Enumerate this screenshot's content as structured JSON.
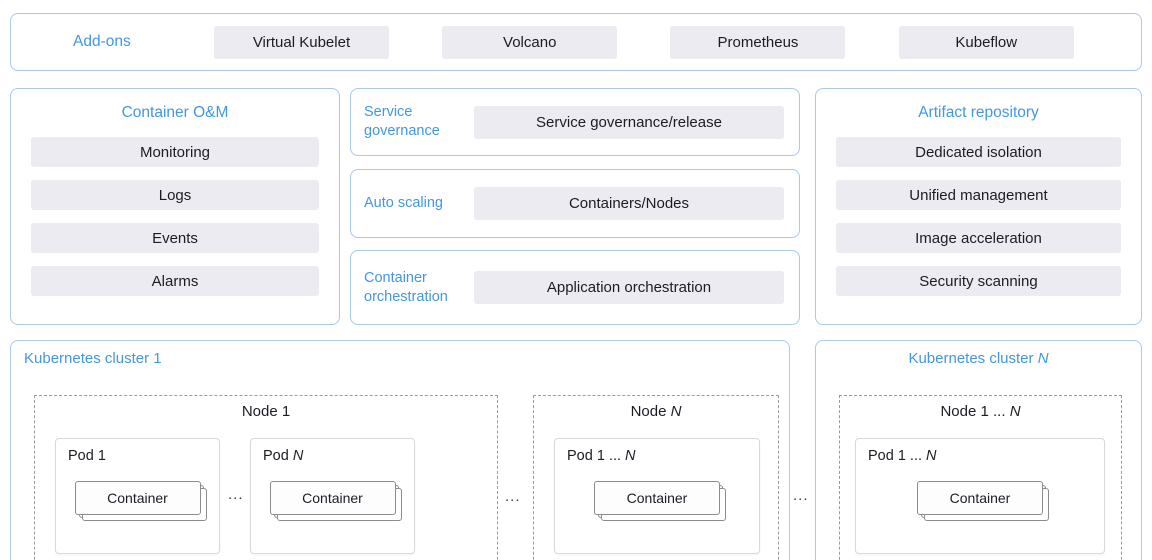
{
  "colors": {
    "accent_blue": "#4196ec",
    "panel_border": "#a9c8ee",
    "item_bg": "#ebebf1",
    "dashed_border": "#9a9a9a"
  },
  "addons": {
    "label": "Add-ons",
    "items": [
      "Virtual Kubelet",
      "Volcano",
      "Prometheus",
      "Kubeflow"
    ]
  },
  "container_om": {
    "title": "Container O&M",
    "items": [
      "Monitoring",
      "Logs",
      "Events",
      "Alarms"
    ]
  },
  "middle": {
    "panels": [
      {
        "label": "Service governance",
        "item": "Service governance/release"
      },
      {
        "label": "Auto scaling",
        "item": "Containers/Nodes"
      },
      {
        "label": "Container orchestration",
        "item": "Application orchestration"
      }
    ]
  },
  "artifact": {
    "title": "Artifact repository",
    "items": [
      "Dedicated isolation",
      "Unified management",
      "Image acceleration",
      "Security scanning"
    ]
  },
  "clusters": {
    "cluster1": {
      "title": "Kubernetes cluster 1",
      "node1": {
        "title_prefix": "Node 1",
        "title_em": "",
        "pod1_prefix": "Pod 1",
        "pod1_em": "",
        "podN_prefix": "Pod ",
        "podN_em": "N"
      },
      "nodeN": {
        "title_prefix": "Node ",
        "title_em": "N",
        "pod_prefix": "Pod 1 ... ",
        "pod_em": "N"
      }
    },
    "clusterN": {
      "title_prefix": "Kubernetes cluster ",
      "title_em": "N",
      "node_title_prefix": "Node 1 ... ",
      "node_title_em": "N",
      "pod_prefix": "Pod 1 ... ",
      "pod_em": "N"
    },
    "labels": {
      "container": "Container",
      "ellipsis": "..."
    }
  }
}
